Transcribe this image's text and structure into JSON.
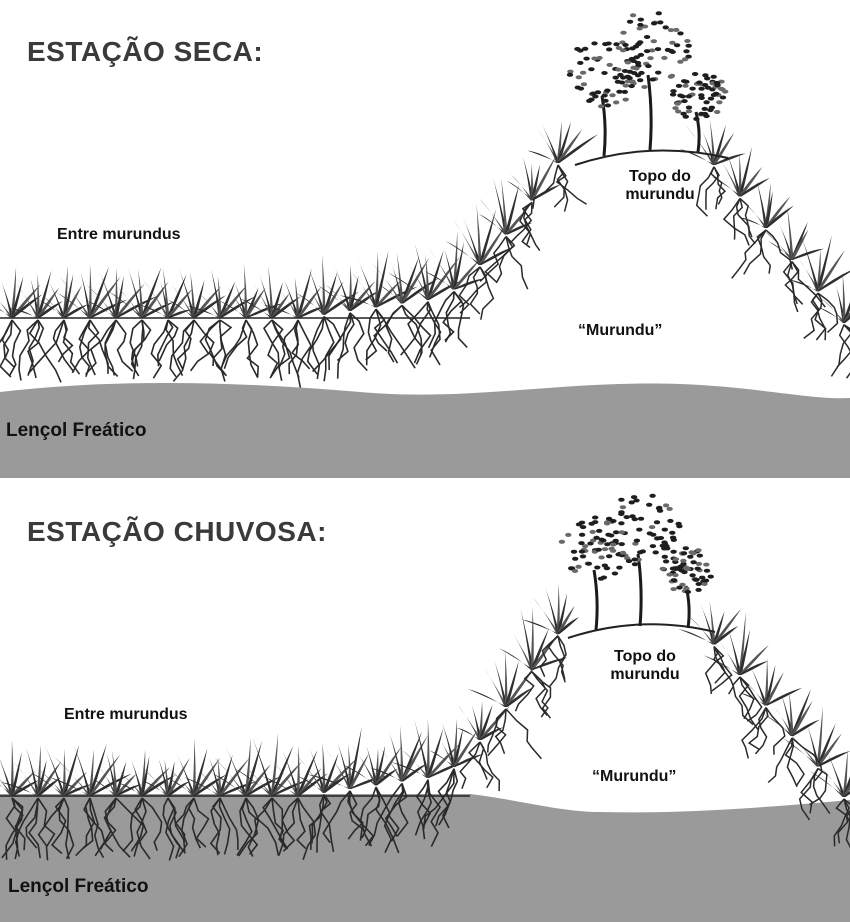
{
  "panels": [
    {
      "title": "ESTAÇÃO SECA:",
      "label_between": "Entre murundus",
      "label_top_line1": "Topo do",
      "label_top_line2": "murundu",
      "label_mound": "“Murundu”",
      "label_water_table": "Lençol Freático"
    },
    {
      "title": "ESTAÇÃO CHUVOSA:",
      "label_between": "Entre murundus",
      "label_top_line1": "Topo do",
      "label_top_line2": "murundu",
      "label_mound": "“Murundu”",
      "label_water_table": "Lençol Freático"
    }
  ],
  "colors": {
    "water_table": "#9a9a9a",
    "vegetation": "#2b2b2b",
    "title": "#3a3a3a"
  },
  "icons": {
    "grass": "grass-tuft-icon",
    "tree": "tree-icon",
    "roots": "root-network-icon"
  }
}
